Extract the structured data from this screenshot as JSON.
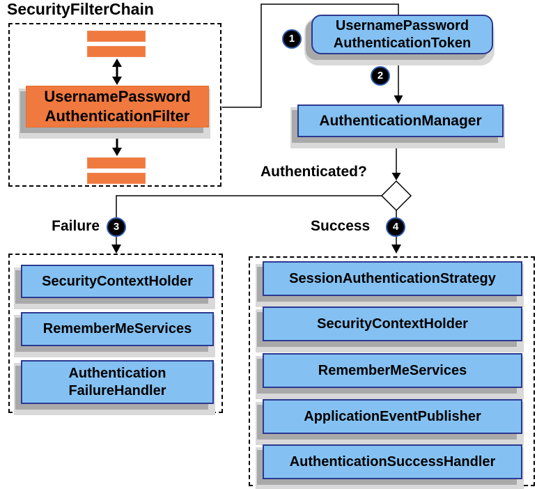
{
  "title": "SecurityFilterChain",
  "colors": {
    "orange": "#F0793F",
    "blue_fill": "#84C1F2",
    "blue_border": "#2B3990",
    "shadow_dark": "#A9A9A9",
    "shadow_light": "#D9D9D9",
    "line": "#000000"
  },
  "filter_chain": {
    "filter_box_label": "UsernamePassword\nAuthenticationFilter"
  },
  "token_box": {
    "label": "UsernamePassword\nAuthenticationToken"
  },
  "manager_box": {
    "label": "AuthenticationManager"
  },
  "labels": {
    "authenticated": "Authenticated?",
    "failure": "Failure",
    "success": "Success"
  },
  "badges": {
    "one": "1",
    "two": "2",
    "three": "3",
    "four": "4"
  },
  "failure_panel": {
    "items": [
      {
        "label": "SecurityContextHolder"
      },
      {
        "label": "RememberMeServices"
      },
      {
        "label": "Authentication\nFailureHandler"
      }
    ]
  },
  "success_panel": {
    "items": [
      {
        "label": "SessionAuthenticationStrategy"
      },
      {
        "label": "SecurityContextHolder"
      },
      {
        "label": "RememberMeServices"
      },
      {
        "label": "ApplicationEventPublisher"
      },
      {
        "label": "AuthenticationSuccessHandler"
      }
    ]
  }
}
